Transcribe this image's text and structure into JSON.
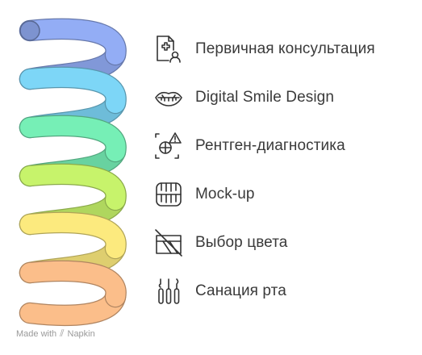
{
  "steps": [
    {
      "label": "Первичная консультация",
      "icon": "medical-consult-icon",
      "color": "#93ADF5"
    },
    {
      "label": "Digital Smile Design",
      "icon": "smile-mouth-icon",
      "color": "#7DD6F7"
    },
    {
      "label": "Рентген-диагностика",
      "icon": "xray-warning-icon",
      "color": "#76EFB6"
    },
    {
      "label": "Mock-up",
      "icon": "teeth-model-icon",
      "color": "#C7F36B"
    },
    {
      "label": "Выбор цвета",
      "icon": "color-palette-crossed-icon",
      "color": "#FCEA7E"
    },
    {
      "label": "Санация рта",
      "icon": "dental-tools-icon",
      "color": "#FBBE8A"
    }
  ],
  "footer": {
    "made_with": "Made with",
    "brand": "Napkin"
  }
}
